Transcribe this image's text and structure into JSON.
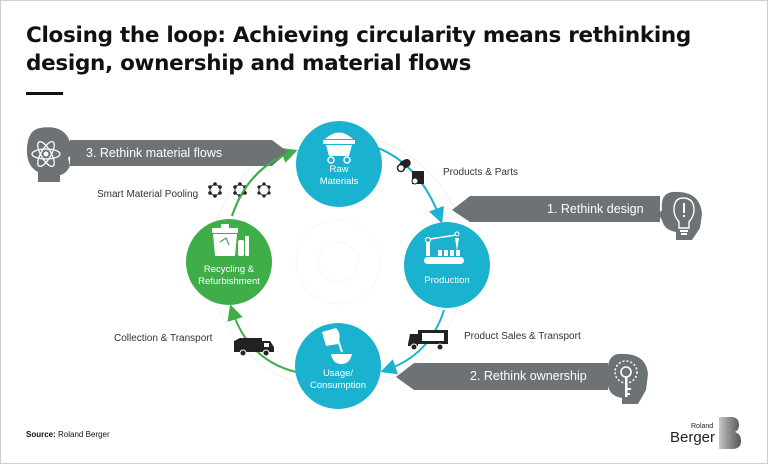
{
  "title": {
    "line1": "Closing the loop: Achieving circularity means rethinking",
    "line2": "design, ownership and material flows"
  },
  "colors": {
    "teal": "#1bb2cf",
    "green": "#3fae49",
    "banner_gray": "#6d7275",
    "text_dark": "#111111"
  },
  "nodes": [
    {
      "id": "raw-materials",
      "line1": "Raw",
      "line2": "Materials",
      "icon": "mine-cart-icon",
      "color": "teal"
    },
    {
      "id": "production",
      "line1": "Production",
      "line2": "",
      "icon": "robot-arm-conveyor-icon",
      "color": "teal"
    },
    {
      "id": "usage",
      "line1": "Usage/",
      "line2": "Consumption",
      "icon": "pouring-bowl-icon",
      "color": "teal"
    },
    {
      "id": "recycling",
      "line1": "Recycling &",
      "line2": "Refurbishment",
      "icon": "recycle-bin-icon",
      "color": "green"
    }
  ],
  "flows": {
    "products_parts": "Products & Parts",
    "product_sales": "Product Sales & Transport",
    "collection": "Collection & Transport",
    "material_pooling": "Smart Material Pooling"
  },
  "banners": {
    "design": {
      "label": "1. Rethink design",
      "icon": "head-lightbulb-icon"
    },
    "ownership": {
      "label": "2. Rethink ownership",
      "icon": "head-key-icon"
    },
    "material": {
      "label": "3. Rethink material flows",
      "icon": "head-atom-icon"
    }
  },
  "footer": {
    "source_label": "Source:",
    "source_value": "Roland Berger",
    "logo_top": "Roland",
    "logo_bottom": "Berger"
  }
}
